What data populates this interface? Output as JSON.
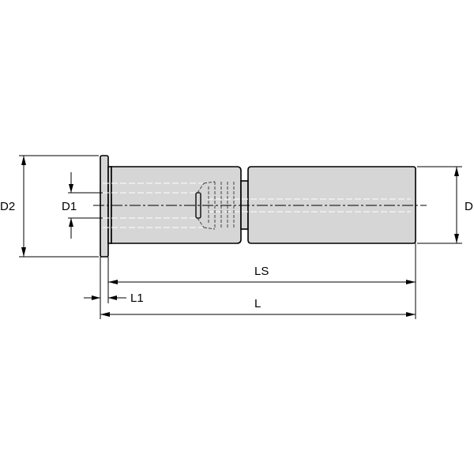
{
  "diagram": {
    "type": "technical-drawing",
    "subject": "shank extension / reduction sleeve side view",
    "colors": {
      "body_fill": "#d6d6d6",
      "line": "#000000",
      "background": "#ffffff"
    },
    "dimensions": {
      "D2": "D2",
      "D1": "D1",
      "D": "D",
      "LS": "LS",
      "L1": "L1",
      "L": "L"
    }
  }
}
